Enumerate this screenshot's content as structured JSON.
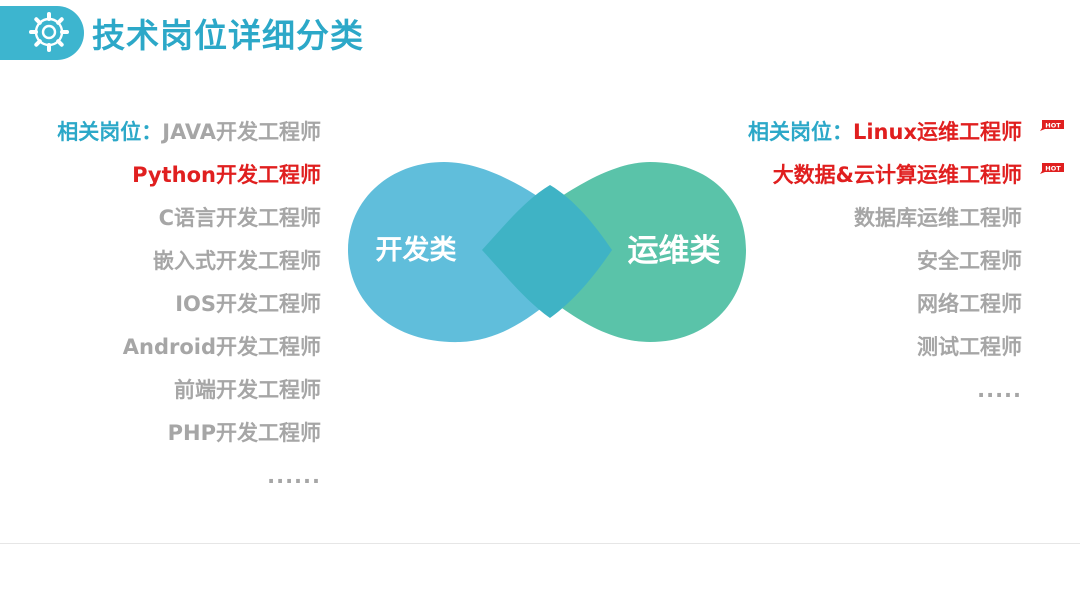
{
  "header": {
    "title": "技术岗位详细分类",
    "icon": "gear-icon"
  },
  "diagram": {
    "left_label": "开发类",
    "right_label": "运维类",
    "colors": {
      "left": "#60bedb",
      "right": "#5ac3a9",
      "overlap": "#3fb3c5"
    }
  },
  "left_list": {
    "prefix": "相关岗位：",
    "items": [
      "JAVA开发工程师",
      "Python开发工程师",
      "C语言开发工程师",
      "嵌入式开发工程师",
      "IOS开发工程师",
      "Android开发工程师",
      "前端开发工程师",
      "PHP开发工程师",
      "......"
    ]
  },
  "right_list": {
    "prefix": "相关岗位：",
    "items": [
      "Linux运维工程师",
      "大数据&云计算运维工程师",
      "数据库运维工程师",
      "安全工程师",
      "网络工程师",
      "测试工程师",
      "....."
    ],
    "hot_badge": "HOT"
  },
  "colors": {
    "accent": "#2ca8c8",
    "highlight": "#e01f1f",
    "muted": "#a6a6a6"
  }
}
